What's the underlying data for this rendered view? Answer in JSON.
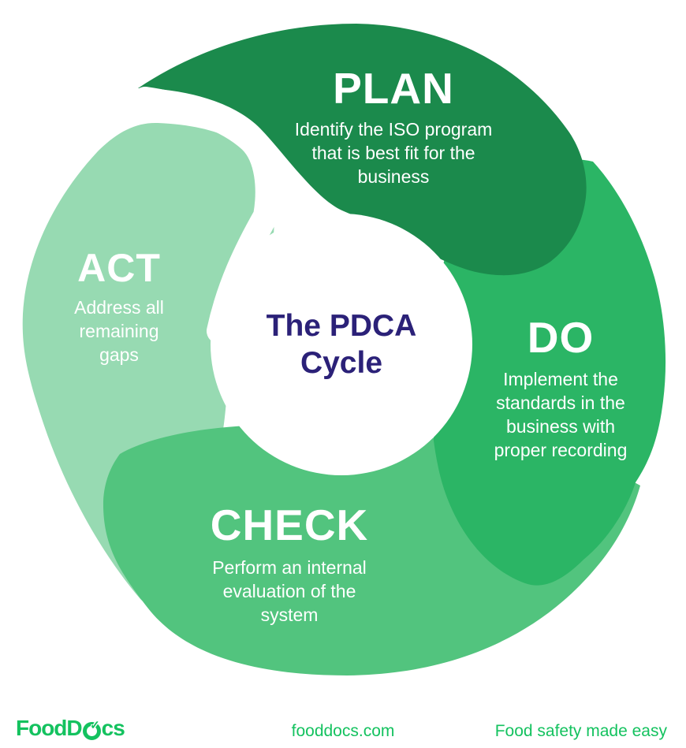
{
  "title": "The PDCA Cycle infographic",
  "center": {
    "line1": "The PDCA",
    "line2": "Cycle"
  },
  "segments": {
    "plan": {
      "label": "PLAN",
      "lines": [
        "Identify the ISO program",
        "that is best fit for the",
        "business"
      ]
    },
    "do": {
      "label": "DO",
      "lines": [
        "Implement the",
        "standards in the",
        "business with",
        "proper recording"
      ]
    },
    "check": {
      "label": "CHECK",
      "lines": [
        "Perform an internal",
        "evaluation of the",
        "system"
      ]
    },
    "act": {
      "label": "ACT",
      "lines": [
        "Address all",
        "remaining",
        "gaps"
      ]
    }
  },
  "footer": {
    "brand": "FoodDocs",
    "brand_prefix": "FoodD",
    "brand_suffix": "cs",
    "check_glyph": "✓",
    "website": "fooddocs.com",
    "tagline": "Food safety made easy"
  },
  "colors": {
    "plan_green": "#1B8A4C",
    "do_green": "#2BB565",
    "check_green": "#52C47E",
    "act_green": "#97DAB2",
    "navy": "#2B2178",
    "brand_green": "#14C25F",
    "background": "#FFFFFF"
  }
}
